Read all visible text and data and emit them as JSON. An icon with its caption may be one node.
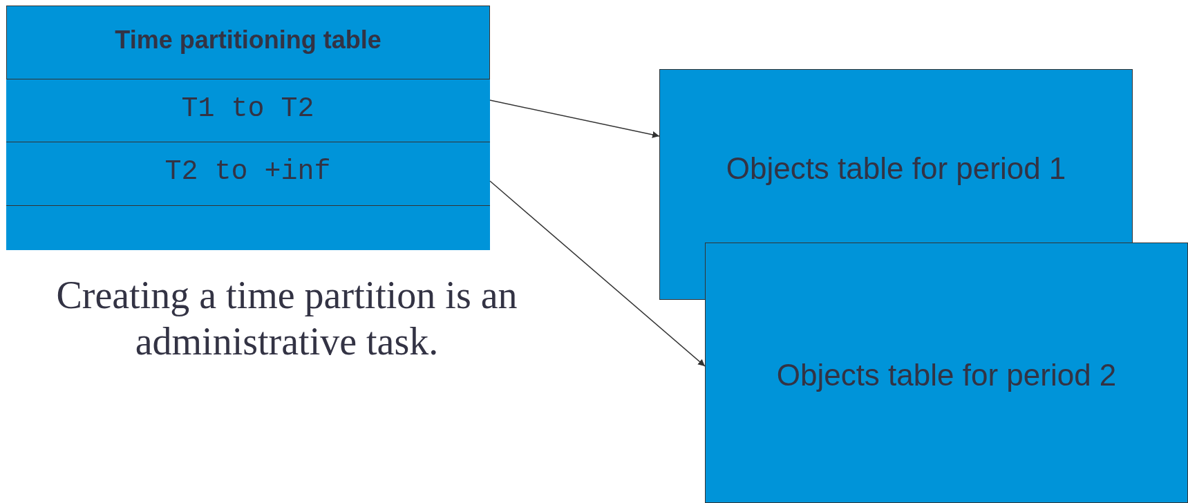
{
  "diagram": {
    "nodes": [
      {
        "text": [
          "Time partitioning table"
        ]
      },
      {
        "text": [
          "T1 to T2"
        ],
        "in": 0
      },
      {
        "text": [
          "T2 to +inf"
        ],
        "in": 0
      },
      {
        "text": [],
        "shape": "box",
        "in": 0
      },
      {
        "text": [
          "Objects table for period 1"
        ]
      },
      {
        "text": [
          "Objects table for period 2"
        ]
      }
    ],
    "edges": [
      {
        "from": 1,
        "to": 4,
        "arrow": "to"
      },
      {
        "from": 2,
        "to": 5,
        "arrow": "to"
      }
    ],
    "labels": [
      "Creating a time partition is an administrative task."
    ]
  }
}
